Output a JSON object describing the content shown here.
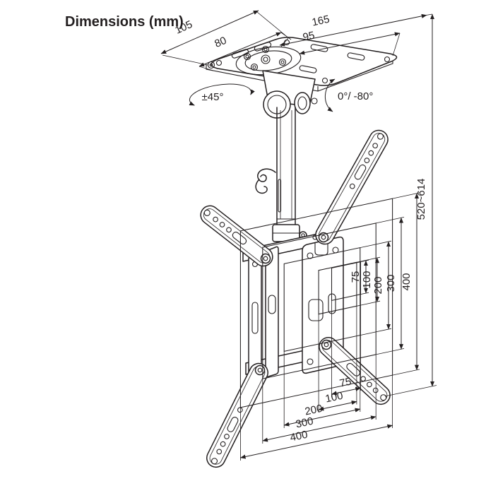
{
  "title": "Dimensions (mm)",
  "ceiling_plate": {
    "outer_depth": "105",
    "inner_depth": "80",
    "outer_width": "165",
    "inner_width": "95"
  },
  "rotation": {
    "swivel": "±45°",
    "tilt": "0°/ -80°"
  },
  "drop_height_range": "520~614",
  "vesa_vertical": [
    "75",
    "100",
    "200",
    "300",
    "400"
  ],
  "vesa_horizontal": [
    "75",
    "100",
    "200",
    "300",
    "400"
  ],
  "colors": {
    "line": "#231f20",
    "background": "#ffffff"
  }
}
